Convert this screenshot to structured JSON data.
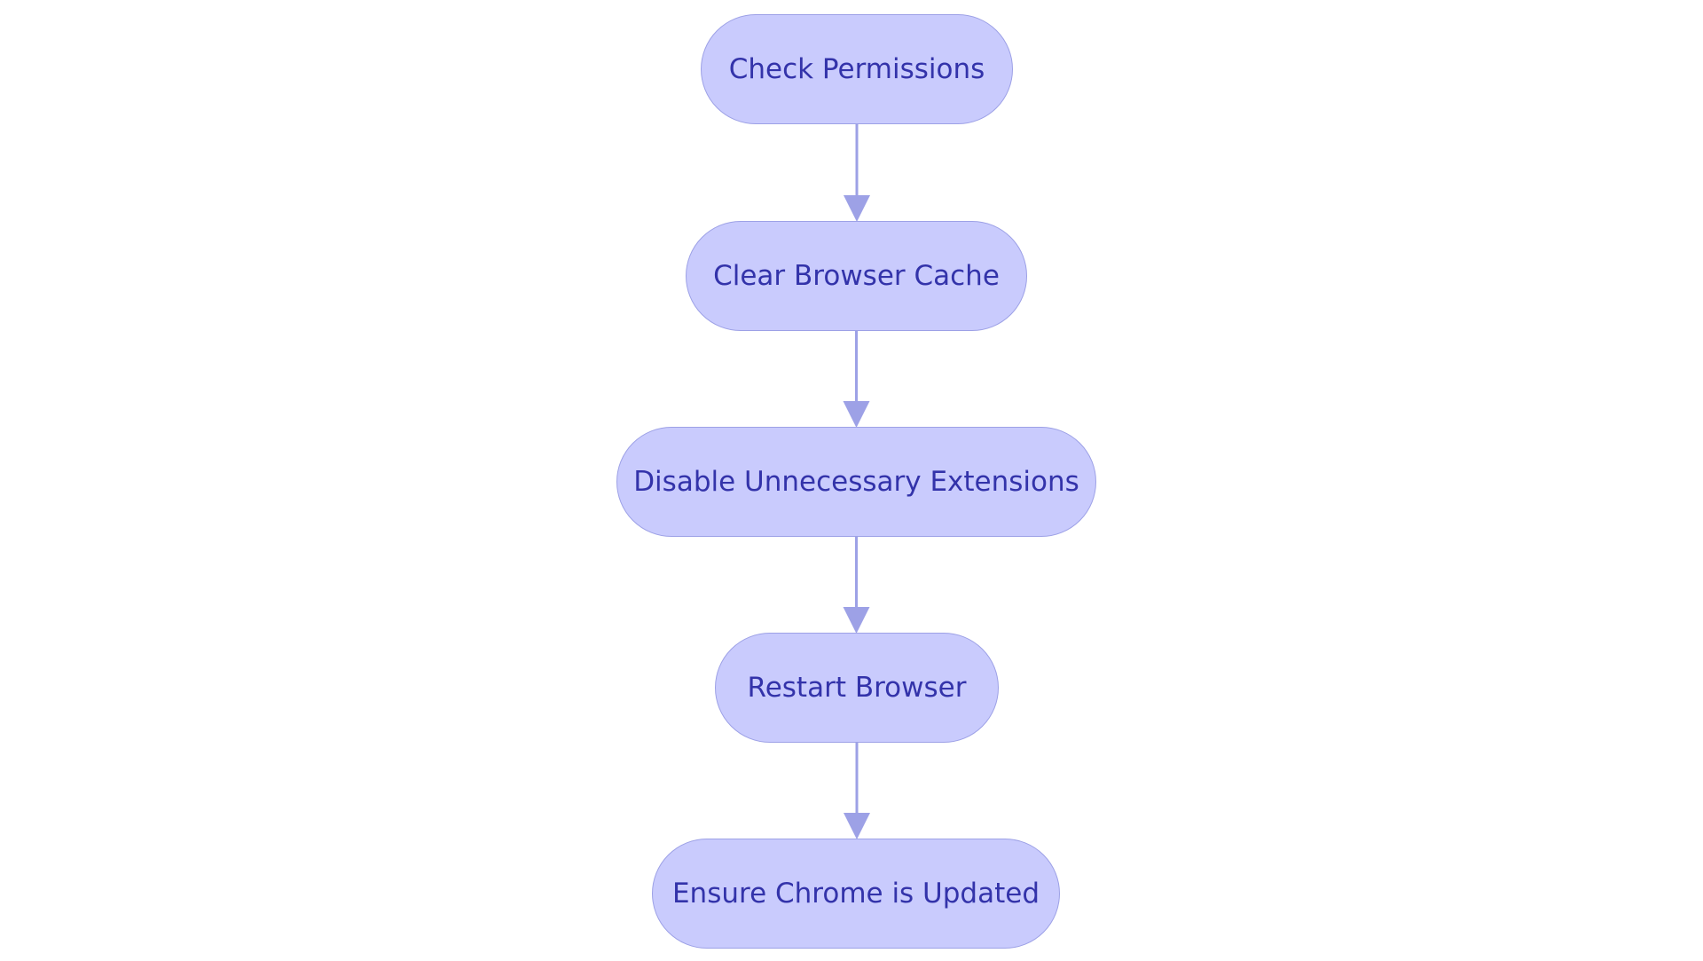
{
  "diagram": {
    "type": "flowchart",
    "direction": "top-to-bottom",
    "colors": {
      "node_fill": "#c9cbfd",
      "node_stroke": "#9da1e6",
      "node_text": "#3333aa",
      "edge": "#9da1e6"
    },
    "nodes": [
      {
        "id": "check-permissions",
        "label": "Check Permissions"
      },
      {
        "id": "clear-browser-cache",
        "label": "Clear Browser Cache"
      },
      {
        "id": "disable-unnecessary-extensions",
        "label": "Disable Unnecessary Extensions"
      },
      {
        "id": "restart-browser",
        "label": "Restart Browser"
      },
      {
        "id": "ensure-chrome-is-updated",
        "label": "Ensure Chrome is Updated"
      }
    ],
    "edges": [
      {
        "from": "check-permissions",
        "to": "clear-browser-cache"
      },
      {
        "from": "clear-browser-cache",
        "to": "disable-unnecessary-extensions"
      },
      {
        "from": "disable-unnecessary-extensions",
        "to": "restart-browser"
      },
      {
        "from": "restart-browser",
        "to": "ensure-chrome-is-updated"
      }
    ]
  }
}
